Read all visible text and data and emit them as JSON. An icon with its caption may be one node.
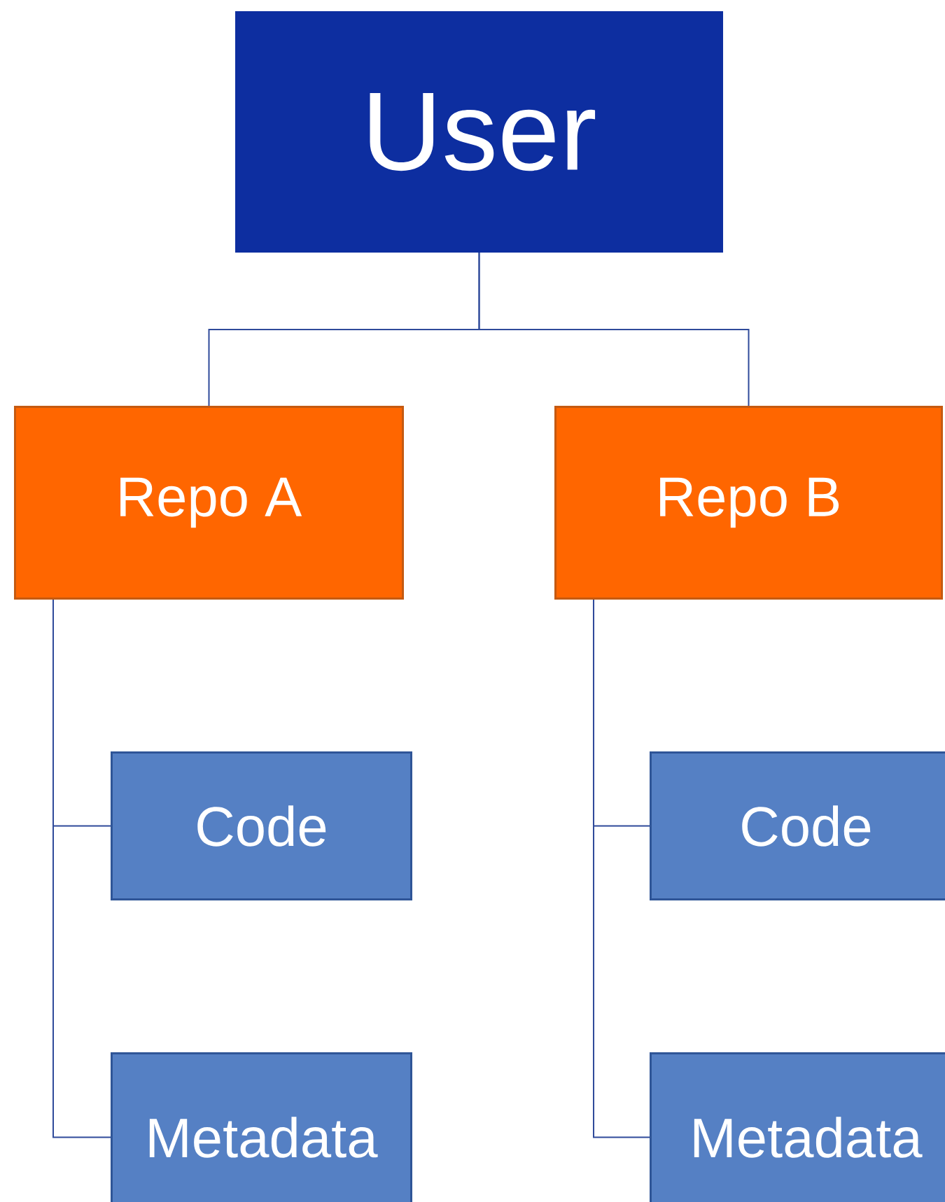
{
  "diagram": {
    "nodes": [
      {
        "text": [
          "User"
        ]
      },
      {
        "text": [
          "Repo A"
        ]
      },
      {
        "text": [
          "Repo B"
        ]
      },
      {
        "text": [
          "Code"
        ]
      },
      {
        "text": [
          "Metadata"
        ]
      },
      {
        "text": [
          "Code"
        ]
      },
      {
        "text": [
          "Metadata"
        ]
      }
    ],
    "edges": [
      {
        "from": 0,
        "to": 1,
        "arrow": "none"
      },
      {
        "from": 0,
        "to": 2,
        "arrow": "none"
      },
      {
        "from": 1,
        "to": 3,
        "arrow": "none"
      },
      {
        "from": 1,
        "to": 4,
        "arrow": "none"
      },
      {
        "from": 2,
        "to": 5,
        "arrow": "none"
      },
      {
        "from": 2,
        "to": 6,
        "arrow": "none"
      }
    ]
  }
}
